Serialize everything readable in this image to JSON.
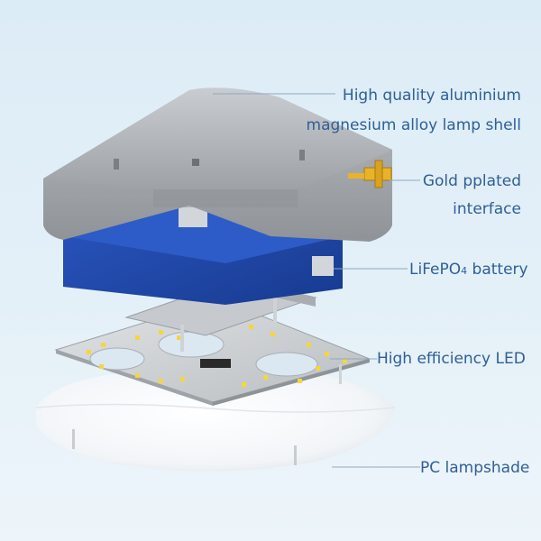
{
  "callouts": {
    "shell": {
      "line1": "High quality aluminium",
      "line2": "magnesium alloy lamp shell"
    },
    "interface": {
      "line1": "Gold pplated",
      "line2": "interface"
    },
    "battery": {
      "label": "LiFePO",
      "subscript": "4",
      "label_rest": " battery"
    },
    "led": {
      "label": "High efficiency LED"
    },
    "lampshade": {
      "label": "PC lampshade"
    }
  },
  "colors": {
    "background": "#dcecf6",
    "label_text": "#2f5f96",
    "shell": "#a6aaaf",
    "battery": "#1f45a8",
    "led_plate": "#d0d3d6",
    "led_chip": "#f5d63c",
    "connector": "#e8b22a",
    "lampshade": "#f7f9fb"
  }
}
